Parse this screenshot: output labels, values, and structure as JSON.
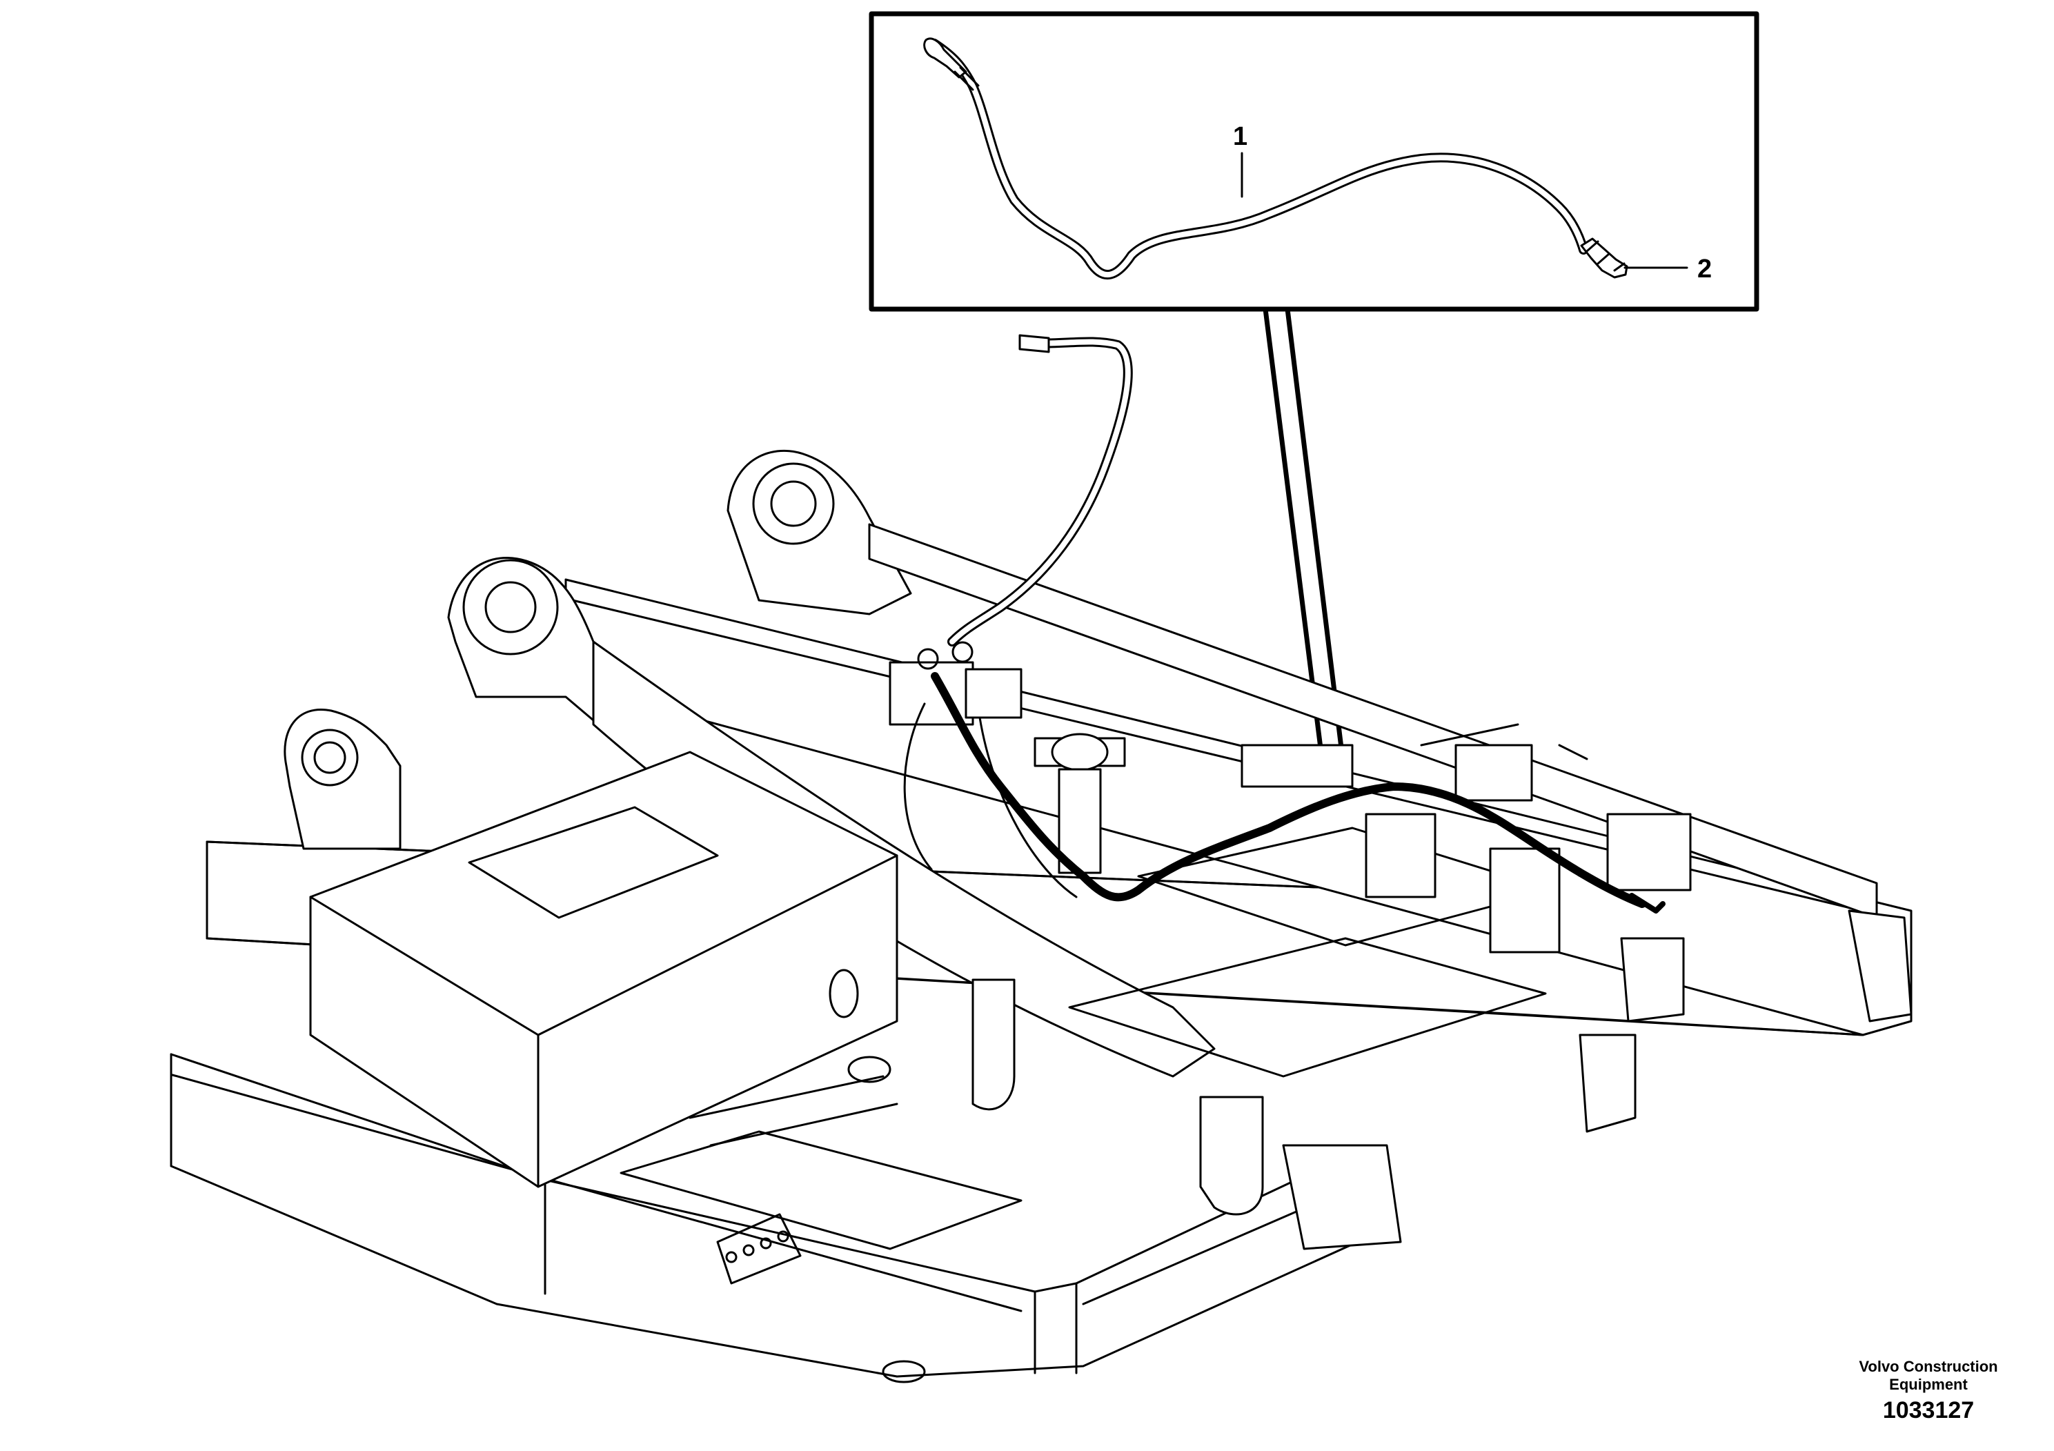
{
  "detail_box": {
    "callouts": [
      {
        "label": "1"
      },
      {
        "label": "2"
      }
    ]
  },
  "footer": {
    "company_line1": "Volvo Construction",
    "company_line2": "Equipment",
    "document_number": "1033127"
  },
  "colors": {
    "line": "#000000",
    "background": "#ffffff"
  }
}
